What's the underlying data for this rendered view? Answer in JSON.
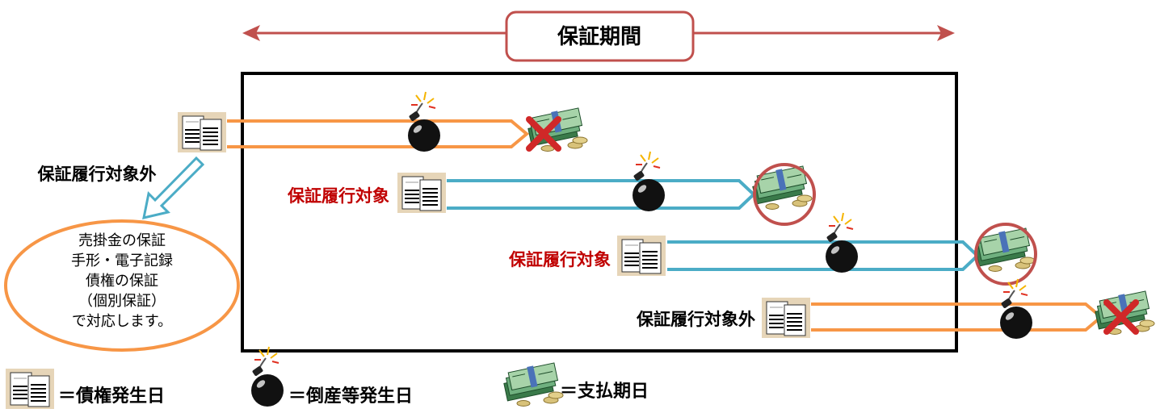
{
  "header": {
    "period_label": "保証期間"
  },
  "left_note": {
    "label": "保証履行対象外",
    "oval_lines": [
      "売掛金の保証",
      "手形・電子記録",
      "債権の保証",
      "（個別保証）",
      "で対応します。"
    ]
  },
  "rows": [
    {
      "label": "",
      "status": "out_of_scope",
      "payment_covered": false
    },
    {
      "label": "保証履行対象",
      "status": "covered",
      "payment_covered": true
    },
    {
      "label": "保証履行対象",
      "status": "covered",
      "payment_covered": true
    },
    {
      "label": "保証履行対象外",
      "status": "out_of_scope",
      "payment_covered": false
    }
  ],
  "legend": {
    "claim_date": "＝債権発生日",
    "bankruptcy_date": "＝倒産等発生日",
    "payment_date": "＝支払期日"
  },
  "icons": {
    "claim": "document-icon",
    "bankruptcy": "bomb-icon",
    "payment": "money-stack-icon",
    "not_covered": "red-x-icon",
    "covered": "red-circle-icon"
  },
  "colors": {
    "accent_red": "#c0504d",
    "covered_label": "#c00000",
    "orange": "#f79646",
    "blue": "#4bacc6",
    "black": "#000000"
  }
}
